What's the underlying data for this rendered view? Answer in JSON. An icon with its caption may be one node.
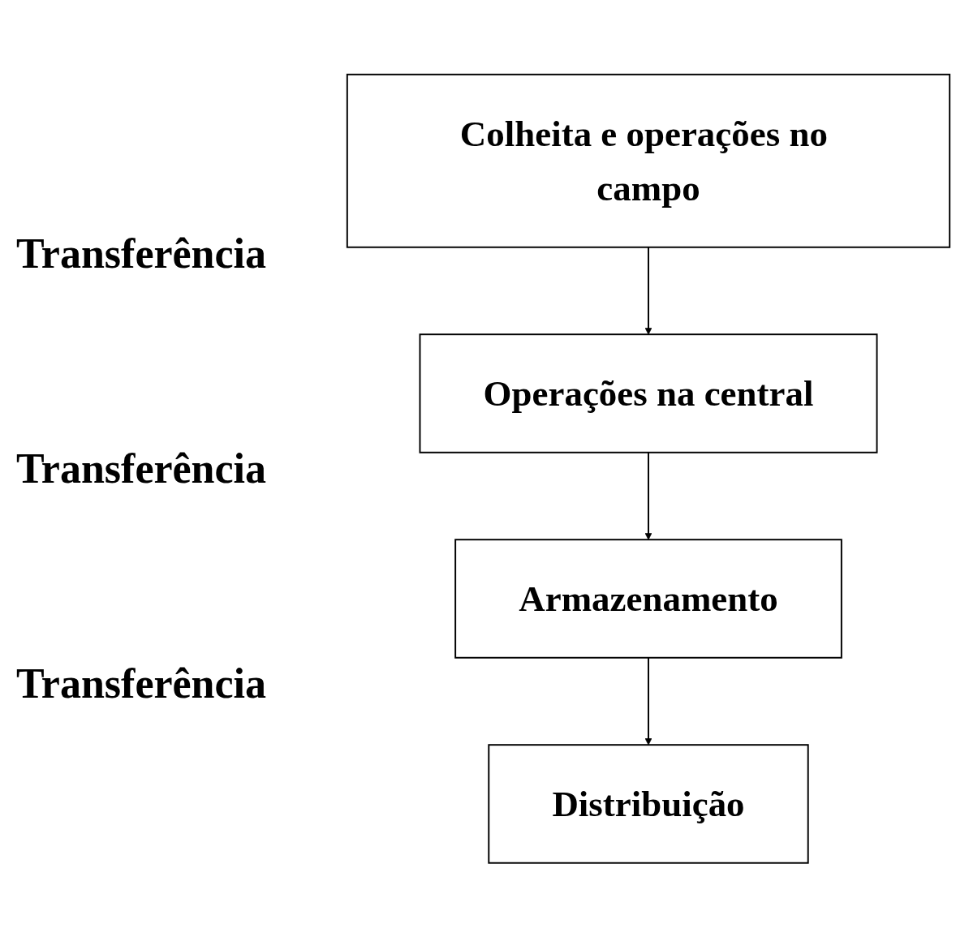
{
  "diagram": {
    "nodes": [
      {
        "text": [
          "Colheita e operações no campo"
        ]
      },
      {
        "text": [
          "Operações na central"
        ]
      },
      {
        "text": [
          "Armazenamento"
        ]
      },
      {
        "text": [
          "Distribuição"
        ]
      }
    ],
    "edges": [
      {
        "from": 0,
        "to": 1,
        "arrow": "to"
      },
      {
        "from": 1,
        "to": 2,
        "arrow": "to"
      },
      {
        "from": 2,
        "to": 3,
        "arrow": "to"
      }
    ],
    "labels": [
      "Transferência",
      "Transferência",
      "Transferência"
    ]
  }
}
